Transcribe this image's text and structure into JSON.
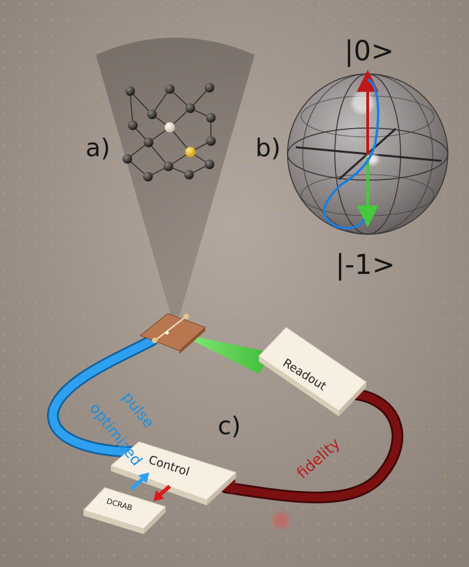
{
  "labels": {
    "panel_a": "a)",
    "panel_b": "b)",
    "panel_c": "c)",
    "ket_zero": "|0>",
    "ket_minus_one": "|-1>"
  },
  "boxes": {
    "readout": "Readout",
    "control": "Control",
    "dcrab": "DCRAB"
  },
  "arrows": {
    "pulse_line1": "optimized",
    "pulse_line2": "pulse",
    "fidelity": "fidelity"
  },
  "colors": {
    "background": "#9a8f86",
    "pulse_blue": "#1f8fe0",
    "fidelity_red": "#7a1010",
    "laser_green": "#3dd23a",
    "bloch_red": "#c01818",
    "bloch_green": "#46c83c",
    "bloch_blue": "#1a7fe0",
    "nv_yellow": "#f2c22a",
    "chip_copper": "#b8774e"
  }
}
